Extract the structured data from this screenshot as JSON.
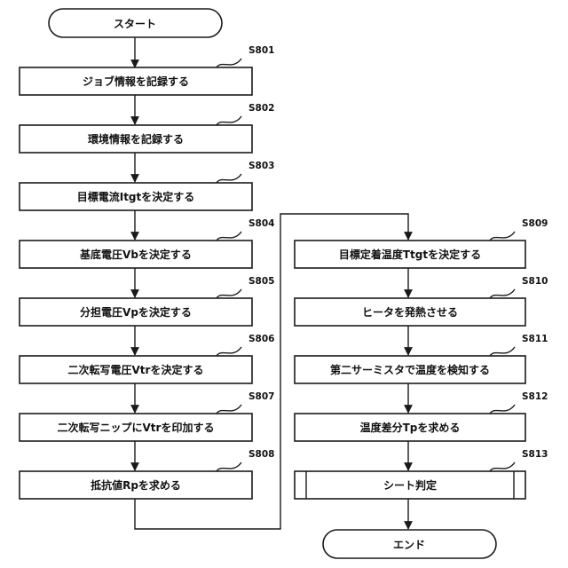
{
  "diagram": {
    "start": "スタート",
    "end": "エンド",
    "steps": [
      {
        "id": "S801",
        "label": "ジョブ情報を記録する"
      },
      {
        "id": "S802",
        "label": "環境情報を記録する"
      },
      {
        "id": "S803",
        "label": "目標電流Itgtを決定する"
      },
      {
        "id": "S804",
        "label": "基底電圧Vbを決定する"
      },
      {
        "id": "S805",
        "label": "分担電圧Vpを決定する"
      },
      {
        "id": "S806",
        "label": "二次転写電圧Vtrを決定する"
      },
      {
        "id": "S807",
        "label": "二次転写ニップにVtrを印加する"
      },
      {
        "id": "S808",
        "label": "抵抗値Rpを求める"
      },
      {
        "id": "S809",
        "label": "目標定着温度Ttgtを決定する"
      },
      {
        "id": "S810",
        "label": "ヒータを発熱させる"
      },
      {
        "id": "S811",
        "label": "第二サーミスタで温度を検知する"
      },
      {
        "id": "S812",
        "label": "温度差分Tpを求める"
      },
      {
        "id": "S813",
        "label": "シート判定"
      }
    ]
  }
}
